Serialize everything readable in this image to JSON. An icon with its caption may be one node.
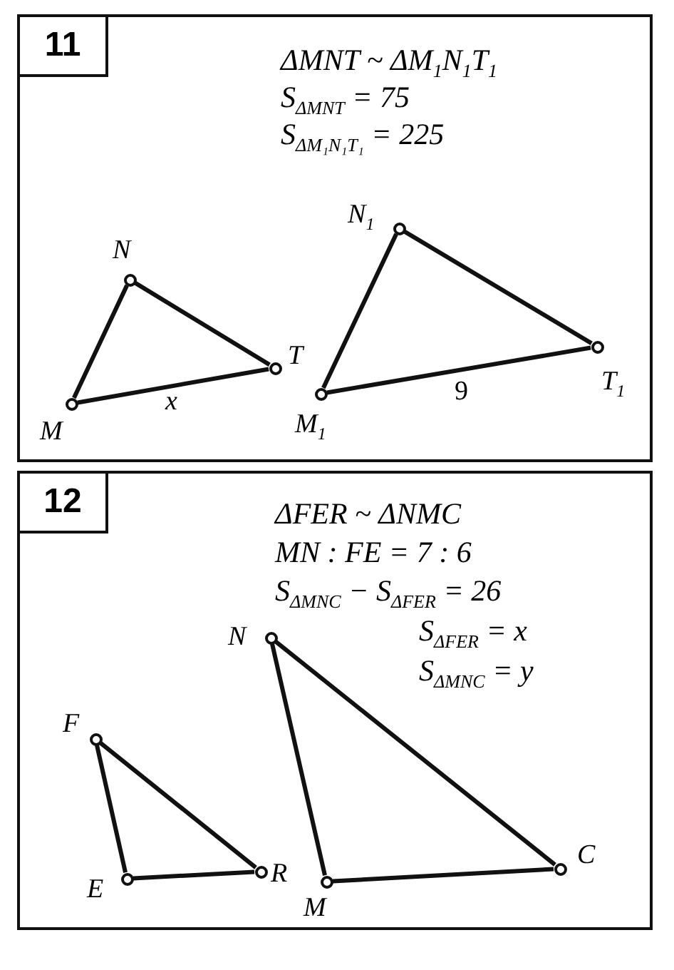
{
  "diagram": {
    "nodes": [
      {
        "text": [
          "ΔMNT ~ ΔM$_{1}$N$_{1}$T$_{1}$",
          "S$_{ΔMNT}$ = 75",
          "S$_{ΔM₁N₁T₁}$ = 225"
        ]
      },
      {
        "text": [
          "11"
        ],
        "in": 0
      },
      {
        "text": [],
        "shape": "circle",
        "beside": [
          "M"
        ],
        "in": 0
      },
      {
        "text": [],
        "shape": "circle",
        "beside": [
          "N"
        ],
        "in": 0
      },
      {
        "text": [],
        "shape": "circle",
        "beside": [
          "T"
        ],
        "in": 0
      },
      {
        "text": [],
        "shape": "circle",
        "beside": [
          "M$_{1}$"
        ],
        "in": 0
      },
      {
        "text": [],
        "shape": "circle",
        "beside": [
          "N$_{1}$"
        ],
        "in": 0
      },
      {
        "text": [],
        "shape": "circle",
        "beside": [
          "T$_{1}$"
        ],
        "in": 0
      },
      {
        "text": [
          "ΔFER ~ ΔNMC",
          "MN : FE = 7 : 6",
          "S$_{ΔMNC}$ − S$_{ΔFER}$ = 26",
          "S$_{ΔFER}$ = x",
          "S$_{ΔMNC}$ = y"
        ]
      },
      {
        "text": [
          "12"
        ],
        "in": 8
      },
      {
        "text": [],
        "shape": "circle",
        "beside": [
          "N"
        ],
        "in": 8
      },
      {
        "text": [],
        "shape": "circle",
        "beside": [
          "F"
        ],
        "in": 8
      },
      {
        "text": [],
        "shape": "circle",
        "beside": [
          "E"
        ],
        "in": 8
      },
      {
        "text": [],
        "shape": "circle",
        "beside": [
          "R"
        ],
        "in": 8
      },
      {
        "text": [],
        "shape": "circle",
        "beside": [
          "M"
        ],
        "in": 8
      },
      {
        "text": [],
        "shape": "circle",
        "beside": [
          "C"
        ],
        "in": 8
      }
    ],
    "edges": [
      {
        "from": 2,
        "to": 3,
        "arrow": "none"
      },
      {
        "from": 3,
        "to": 4,
        "arrow": "none"
      },
      {
        "from": 2,
        "to": 4,
        "arrow": "none",
        "label": "x"
      },
      {
        "from": 5,
        "to": 6,
        "arrow": "none"
      },
      {
        "from": 6,
        "to": 7,
        "arrow": "none"
      },
      {
        "from": 5,
        "to": 7,
        "arrow": "none",
        "label": "9"
      },
      {
        "from": 11,
        "to": 12,
        "arrow": "none"
      },
      {
        "from": 12,
        "to": 13,
        "arrow": "none"
      },
      {
        "from": 11,
        "to": 13,
        "arrow": "none"
      },
      {
        "from": 10,
        "to": 14,
        "arrow": "none"
      },
      {
        "from": 14,
        "to": 15,
        "arrow": "none"
      },
      {
        "from": 10,
        "to": 15,
        "arrow": "none"
      }
    ]
  }
}
